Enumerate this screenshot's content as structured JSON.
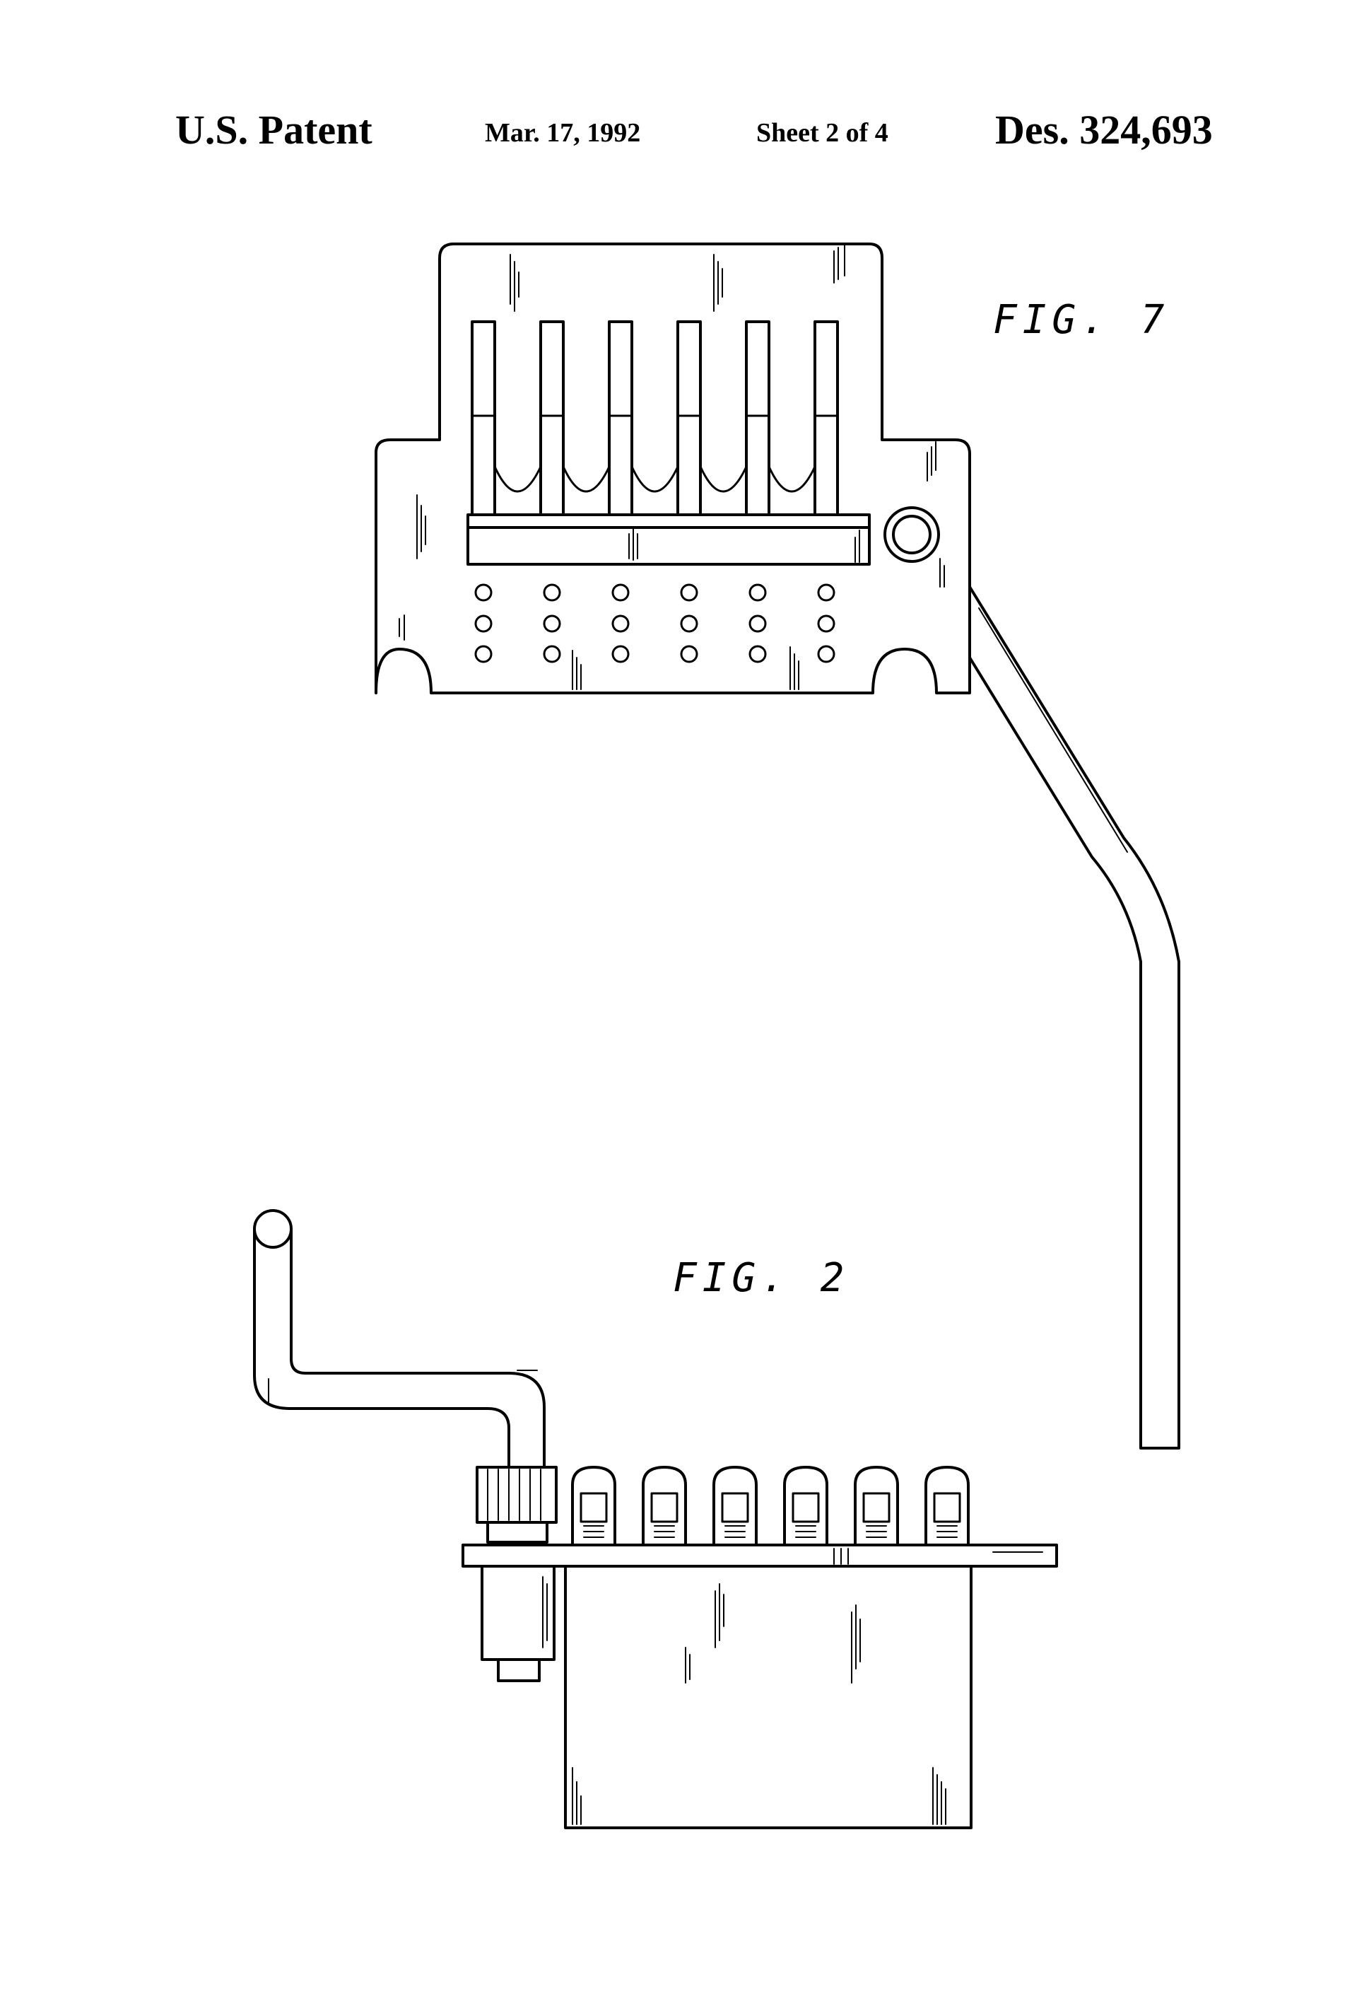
{
  "header": {
    "patent_label": "U.S. Patent",
    "date": "Mar. 17, 1992",
    "sheet": "Sheet 2 of 4",
    "patent_number": "Des. 324,693"
  },
  "figures": [
    {
      "label": "FIG. 7"
    },
    {
      "label": "FIG. 2"
    }
  ],
  "colors": {
    "ink": "#000000",
    "paper": "#ffffff"
  }
}
